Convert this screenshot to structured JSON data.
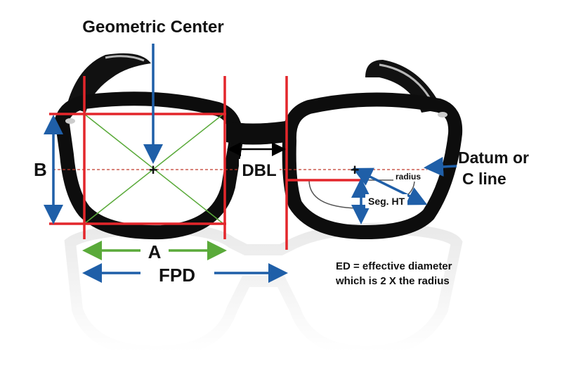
{
  "labels": {
    "geometric_center": "Geometric Center",
    "b": "B",
    "a": "A",
    "fpd": "FPD",
    "dbl": "DBL",
    "datum": "Datum or",
    "c_line": "C line",
    "radius": "radius",
    "seg_ht": "Seg. HT",
    "ed_line1": "ED = effective diameter",
    "ed_line2": "which is 2 X the radius",
    "plus_left": "+",
    "plus_right": "+"
  },
  "colors": {
    "frame": "#0d0d0d",
    "measure_red": "#e3262b",
    "arrow_blue": "#1f5fa8",
    "arrow_green": "#5aaa3a",
    "datum_dash": "#c0392b"
  }
}
